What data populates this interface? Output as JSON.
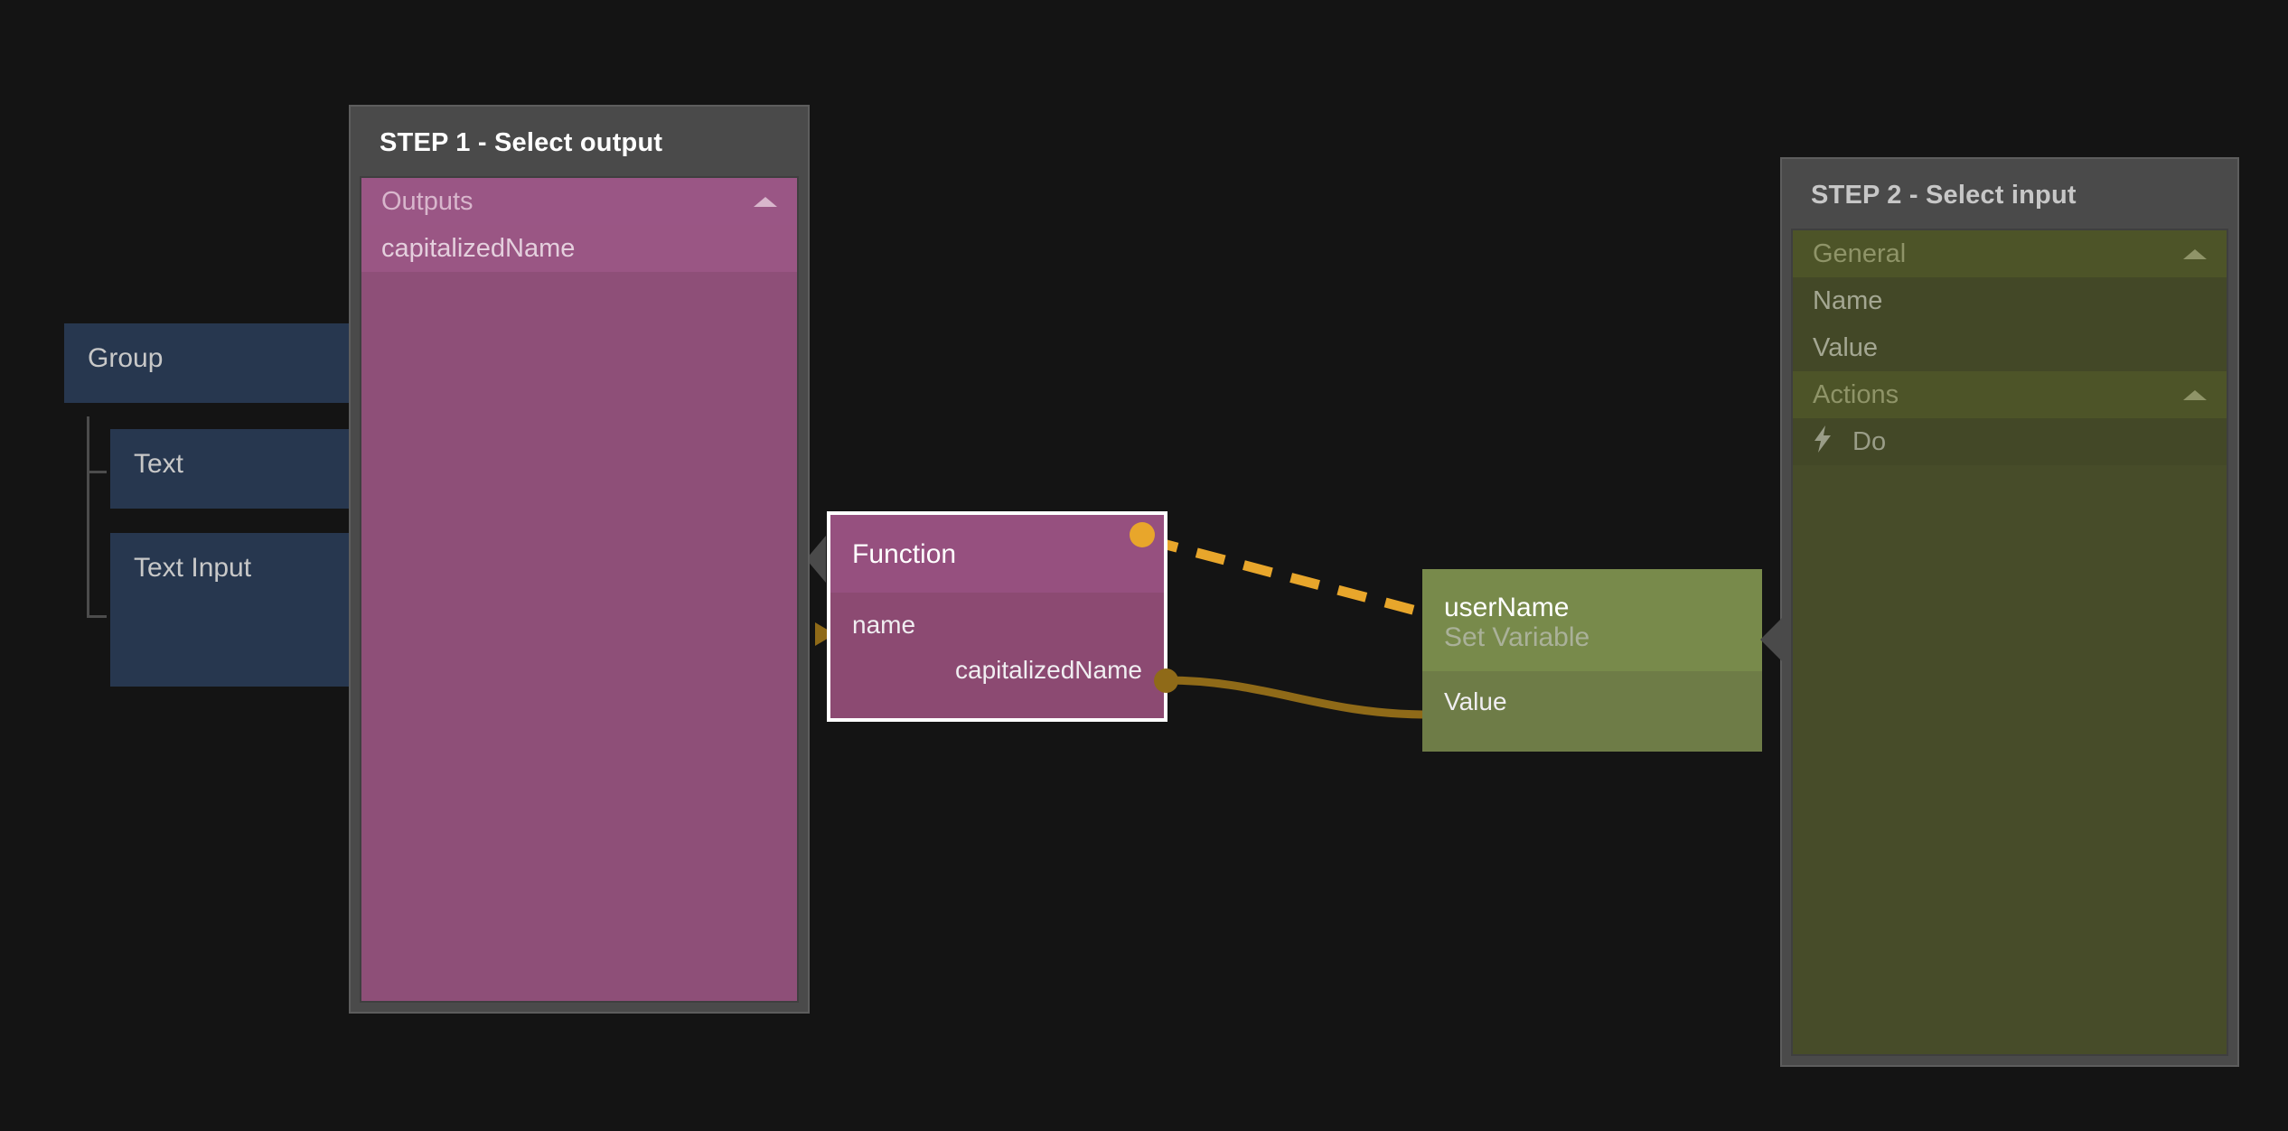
{
  "theme": {
    "canvas_bg": "#141414",
    "panel_bg": "#4a4a4a",
    "panel_border": "#5d5d5d",
    "tree_item_bg": "#27374f",
    "function_node_header": "#96507f",
    "function_node_body": "#8c4a72",
    "outputs_header_bg": "#9a5685",
    "outputs_item_bg": "#8e4f78",
    "panel_magenta_bg": "#8e4f78",
    "setvar_node_header": "#788a4b",
    "setvar_node_body": "#6e7c47",
    "panel_green_header_bg": "#4d5428",
    "panel_green_bg": "#474c29",
    "link_dashed": "#e8a62b",
    "link_solid": "#8f6a18",
    "selection_border": "#ffffff"
  },
  "tree": {
    "items": [
      {
        "label": "Group"
      },
      {
        "label": "Text"
      },
      {
        "label": "Text Input"
      }
    ]
  },
  "function_node": {
    "title": "Function",
    "input_port_label": "name",
    "output_port_label": "capitalizedName"
  },
  "setvar_node": {
    "title": "userName",
    "subtitle": "Set Variable",
    "input_port_label": "Value"
  },
  "step1": {
    "title": "STEP 1 - Select output",
    "section": {
      "label": "Outputs",
      "collapse_icon": "chevron-up-icon",
      "items": [
        {
          "label": "capitalizedName"
        }
      ]
    }
  },
  "step2": {
    "title": "STEP 2 - Select input",
    "sections": [
      {
        "label": "General",
        "collapse_icon": "chevron-up-icon",
        "items": [
          {
            "label": "Name",
            "icon": null
          },
          {
            "label": "Value",
            "icon": null
          }
        ]
      },
      {
        "label": "Actions",
        "collapse_icon": "chevron-up-icon",
        "items": [
          {
            "label": "Do",
            "icon": "lightning-bolt-icon",
            "glyph": "⚡"
          }
        ]
      }
    ]
  }
}
